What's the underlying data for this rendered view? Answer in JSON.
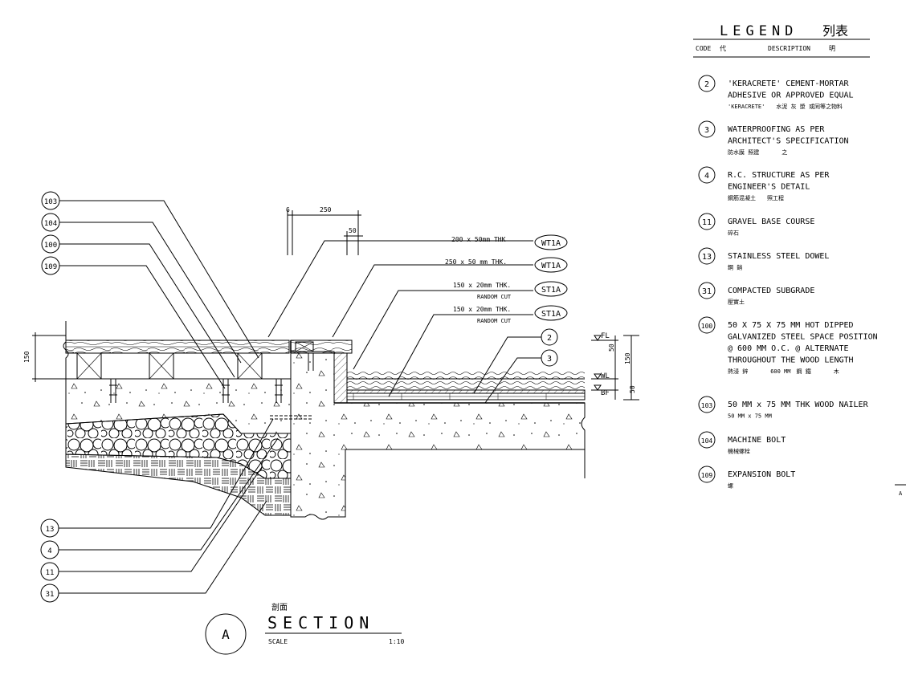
{
  "legend": {
    "title": "LEGEND",
    "title_cn": "列表",
    "code_header": "CODE",
    "code_header_cn": "代",
    "desc_header": "DESCRIPTION",
    "desc_header_cn": "明",
    "items": [
      {
        "code": "2",
        "lines": [
          "'KERACRETE' CEMENT-MORTAR",
          "ADHESIVE OR APPROVED EQUAL"
        ],
        "cn": "'KERACRETE'　　水泥 灰 漿 或同等之物料"
      },
      {
        "code": "3",
        "lines": [
          "WATERPROOFING AS PER",
          "ARCHITECT'S SPECIFICATION"
        ],
        "cn": "防水膜 照建　　　　之"
      },
      {
        "code": "4",
        "lines": [
          "R.C. STRUCTURE AS PER",
          "ENGINEER'S DETAIL"
        ],
        "cn": "鋼筋混凝土　　照工程"
      },
      {
        "code": "11",
        "lines": [
          "GRAVEL BASE COURSE"
        ],
        "cn": "碎石"
      },
      {
        "code": "13",
        "lines": [
          "STAINLESS STEEL DOWEL"
        ],
        "cn": "鋼 銷"
      },
      {
        "code": "31",
        "lines": [
          "COMPACTED SUBGRADE"
        ],
        "cn": "壓實土"
      },
      {
        "code": "100",
        "lines": [
          "50 X 75 X 75 MM HOT DIPPED",
          "GALVANIZED STEEL SPACE POSITION",
          "@ 600 MM O.C. @ ALTERNATE",
          "THROUGHOUT THE WOOD LENGTH"
        ],
        "cn": "熱浸 鋅　　　　600 MM　鋼 鐵　　　　木"
      },
      {
        "code": "103",
        "lines": [
          "50 MM x 75 MM THK WOOD NAILER"
        ],
        "cn": "50 MM x 75 MM"
      },
      {
        "code": "104",
        "lines": [
          "MACHINE BOLT"
        ],
        "cn": "機械螺栓"
      },
      {
        "code": "109",
        "lines": [
          "EXPANSION BOLT"
        ],
        "cn": "螺"
      }
    ]
  },
  "section": {
    "letter": "A",
    "title": "SECTION",
    "title_cn": "剖面",
    "scale_label": "SCALE",
    "scale_value": "1:10"
  },
  "dimensions": {
    "top_small": "6",
    "top_large": "250",
    "top_fifty": "50",
    "left_height": "150",
    "right_top": "50",
    "right_total": "150",
    "right_bottom": "50"
  },
  "levels": {
    "fl": "FL",
    "wl": "WL",
    "bf": "BF"
  },
  "callouts": [
    {
      "text": "200 x 50mm THK",
      "sub": "",
      "tag": "WT1A"
    },
    {
      "text": "250 x 50 mm THK.",
      "sub": "",
      "tag": "WT1A"
    },
    {
      "text": "150 x 20mm THK.",
      "sub": "RANDOM CUT",
      "tag": "ST1A"
    },
    {
      "text": "150 x 20mm THK.",
      "sub": "RANDOM CUT",
      "tag": "ST1A"
    }
  ],
  "left_tags": [
    "103",
    "104",
    "100",
    "109"
  ],
  "bottom_tags": [
    "13",
    "4",
    "11",
    "31"
  ],
  "right_tags": [
    "2",
    "3"
  ],
  "edge_mark": "A"
}
